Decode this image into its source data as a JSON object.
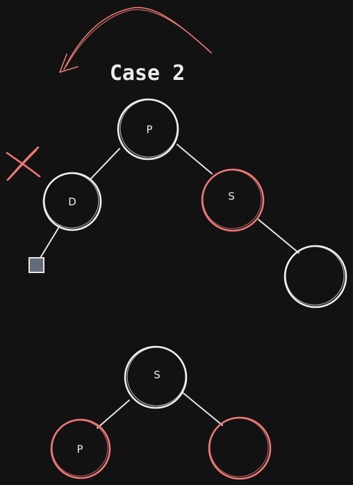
{
  "title": "Case 2",
  "colors": {
    "background": "#121212",
    "black_node": "#efefef",
    "red_node": "#f07878",
    "edge": "#e6e6e6",
    "arrow": "#f07878",
    "delete_mark": "#f07878",
    "null_leaf": "#646b78",
    "text": "#ececec"
  },
  "icons": {
    "rotation_arrow": "curved-arrow-left",
    "delete_mark": "cross-mark",
    "null_leaf": "square"
  },
  "before": {
    "nodes": [
      {
        "id": "p",
        "label": "P",
        "color": "black"
      },
      {
        "id": "d",
        "label": "D",
        "color": "black",
        "deleted": true
      },
      {
        "id": "s",
        "label": "S",
        "color": "red"
      },
      {
        "id": "s_child",
        "label": "",
        "color": "black"
      }
    ],
    "null_leaf_under": "d"
  },
  "after": {
    "nodes": [
      {
        "id": "s",
        "label": "S",
        "color": "black"
      },
      {
        "id": "p",
        "label": "P",
        "color": "red"
      },
      {
        "id": "child",
        "label": "",
        "color": "red"
      }
    ]
  }
}
